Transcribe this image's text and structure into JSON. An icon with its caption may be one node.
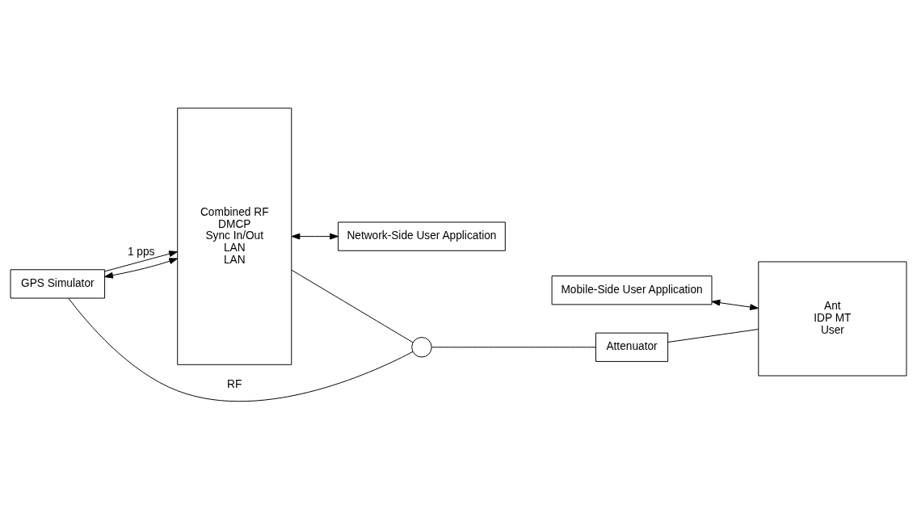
{
  "diagram": {
    "nodes": [
      {
        "text": [
          "Combined RF",
          "DMCP",
          "Sync In/Out",
          "LAN",
          "LAN"
        ]
      },
      {
        "text": [],
        "shape": "circle"
      },
      {
        "text": [
          "Attenuator"
        ]
      },
      {
        "text": [
          "Ant",
          "IDP MT",
          "User"
        ]
      },
      {
        "text": [
          "GPS Simulator"
        ]
      },
      {
        "text": [
          "Network-Side User Application"
        ]
      },
      {
        "text": [
          "Mobile-Side User Application"
        ]
      }
    ],
    "edges": [
      {
        "from": 0,
        "to": 1,
        "arrow": "none"
      },
      {
        "from": 1,
        "to": 2,
        "arrow": "none"
      },
      {
        "from": 2,
        "to": 3,
        "arrow": "none"
      },
      {
        "from": 4,
        "to": 1,
        "arrow": "none",
        "label": "RF"
      },
      {
        "from": 4,
        "to": 0,
        "arrow": "to",
        "label": "1 pps"
      },
      {
        "from": 4,
        "to": 0,
        "arrow": "both"
      },
      {
        "from": 0,
        "to": 5,
        "arrow": "both"
      },
      {
        "from": 6,
        "to": 3,
        "arrow": "both"
      }
    ]
  }
}
